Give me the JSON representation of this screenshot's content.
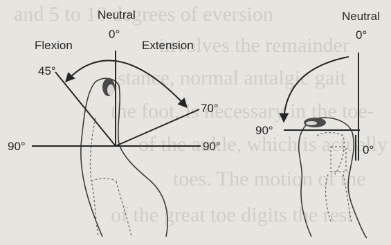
{
  "background_text": [
    "and 5 to 10 degrees of eversion",
    "involves the remainder",
    "stance, normal antalgic gait",
    "the foot, is necessary in the toe-",
    "of the ankle, which is actually",
    "toes. The motion of the",
    "of the great toe digits the rest"
  ],
  "left_diagram": {
    "neutral_label": "Neutral",
    "zero_label": "0°",
    "flexion_label": "Flexion",
    "extension_label": "Extension",
    "flexion_angle": "45°",
    "extension_angle": "70°",
    "left_horizontal": "90°",
    "right_horizontal": "90°"
  },
  "right_diagram": {
    "neutral_label": "Neutral",
    "top_zero": "0°",
    "left_angle": "90°",
    "bottom_zero": "0°"
  },
  "colors": {
    "background": "#e6e5e0",
    "ink": "#262626",
    "faded_text": "#cfcdc7"
  }
}
